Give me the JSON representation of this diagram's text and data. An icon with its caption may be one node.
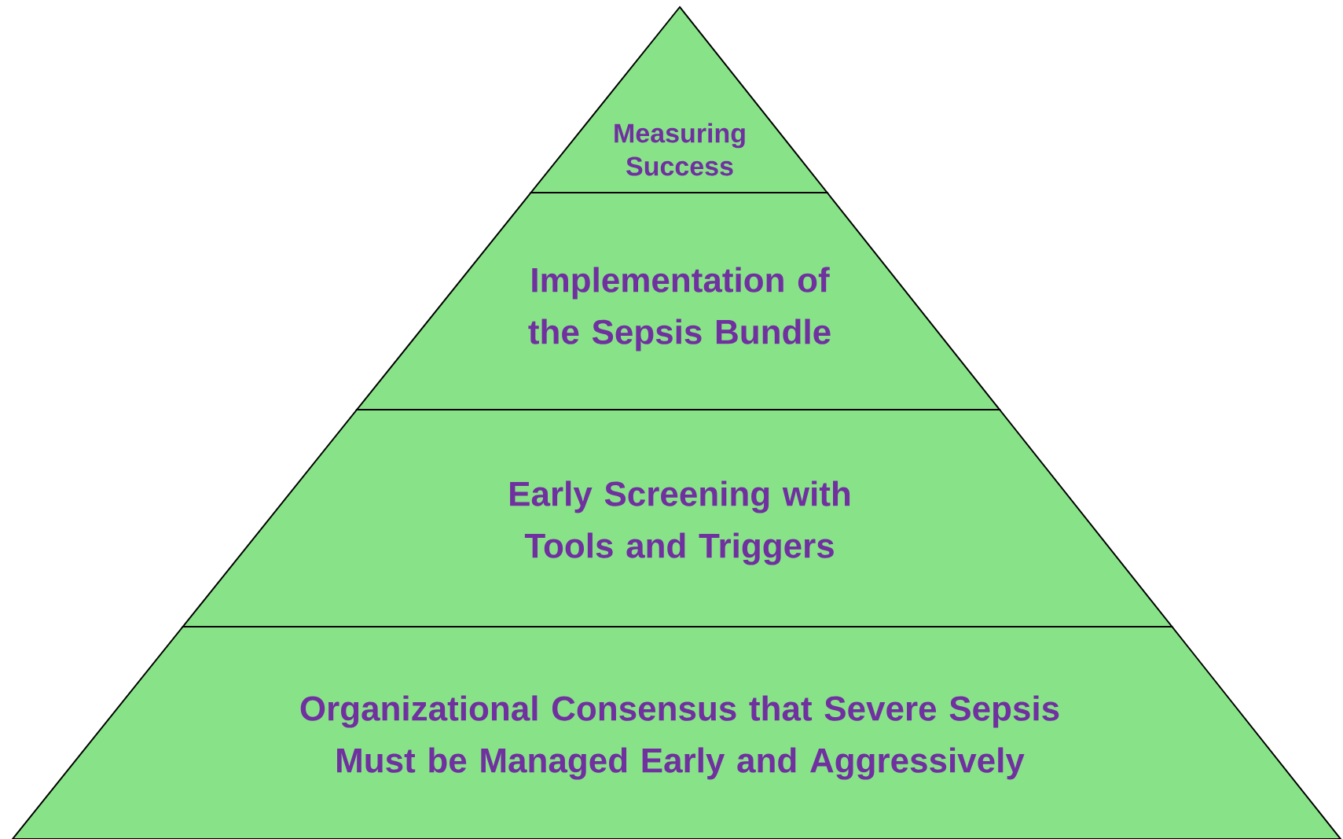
{
  "diagram": {
    "nodes": [
      {
        "text": [
          "Measuring Success"
        ]
      },
      {
        "text": [
          "Implementation of the Sepsis Bundle"
        ]
      },
      {
        "text": [
          "Early Screening with Tools and Triggers"
        ]
      },
      {
        "text": [
          "Organizational Consensus that Severe Sepsis Must be Managed Early and Aggressively"
        ]
      }
    ]
  }
}
